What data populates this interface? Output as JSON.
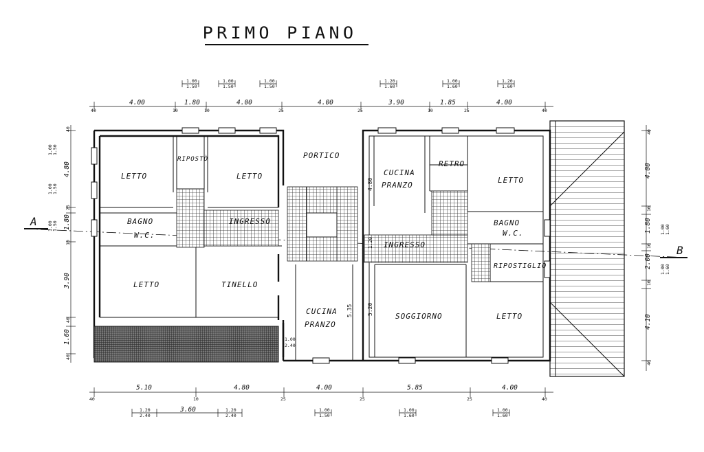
{
  "title": "PRIMO PIANO",
  "section_marks": {
    "a": "A",
    "b": "B"
  },
  "rooms": {
    "letto_tl": "LETTO",
    "ripostiglio_t": "RIPOSTÒ",
    "letto_tm": "LETTO",
    "portico": "PORTICO",
    "bagno_l_1": "BAGNO",
    "bagno_l_2": "W.C.",
    "ingresso_l": "INGRESSO",
    "letto_bl": "LETTO",
    "tinello": "TINELLO",
    "cucina_c_1": "CUCINA",
    "cucina_c_2": "PRANZO",
    "cucina_r_1": "CUCINA",
    "cucina_r_2": "PRANZO",
    "retro": "RETRO",
    "letto_tr": "LETTO",
    "bagno_r_1": "BAGNO",
    "bagno_r_2": "W.C.",
    "ingresso_r": "INGRESSO",
    "ripostiglio_r": "RIPOSTIGLIO",
    "soggiorno": "SOGGIORNO",
    "letto_br": "LETTO"
  },
  "top_dims": [
    "4.00",
    "1.80",
    "4.00",
    "4.00",
    "3.90",
    "1.85",
    "4.00"
  ],
  "top_small": [
    "40",
    "10",
    "10",
    "25",
    "25",
    "10",
    "25",
    "40"
  ],
  "top_windows": [
    {
      "a": "1.00",
      "b": "1.50"
    },
    {
      "a": "1.00",
      "b": "1.50"
    },
    {
      "a": "1.00",
      "b": "1.50"
    },
    {
      "a": "1.20",
      "b": "1.60"
    },
    {
      "a": "1.00",
      "b": "1.60"
    },
    {
      "a": "1.20",
      "b": "1.60"
    }
  ],
  "bottom_dims": [
    "5.10",
    "4.80",
    "4.00",
    "5.85",
    "4.00"
  ],
  "bottom_small": [
    "40",
    "10",
    "25",
    "25",
    "25",
    "40"
  ],
  "bottom_windows": [
    {
      "a": "1.20",
      "b": "2.40"
    },
    {
      "a": "3.60",
      "b": ""
    },
    {
      "a": "1.20",
      "b": "2.40"
    },
    {
      "a": "1.00",
      "b": "1.50"
    },
    {
      "a": "1.00",
      "b": "1.60"
    },
    {
      "a": "1.00",
      "b": "1.60"
    }
  ],
  "left_dims": [
    "40",
    "4.80",
    "25",
    "1.80",
    "10",
    "3.90",
    "40",
    "1.60",
    "40"
  ],
  "left_windows": [
    {
      "a": "1.00",
      "b": "1.50"
    },
    {
      "a": "1.00",
      "b": "1.50"
    },
    {
      "a": "1.00",
      "b": "1.50"
    }
  ],
  "right_dims": [
    "40",
    "4.00",
    "10",
    "1.80",
    "10",
    "2.00",
    "10",
    "4.10",
    "40"
  ],
  "right_windows": [
    {
      "a": "1.00",
      "b": "1.60"
    },
    {
      "a": "1.00",
      "b": "1.60"
    }
  ],
  "inner_dims": {
    "stair_c": "5.35",
    "stair_r1": "4.80",
    "stair_r2": "1.20",
    "stair_r3": "5.20",
    "door_bl_a": "1.00",
    "door_bl_b": "2.40"
  }
}
